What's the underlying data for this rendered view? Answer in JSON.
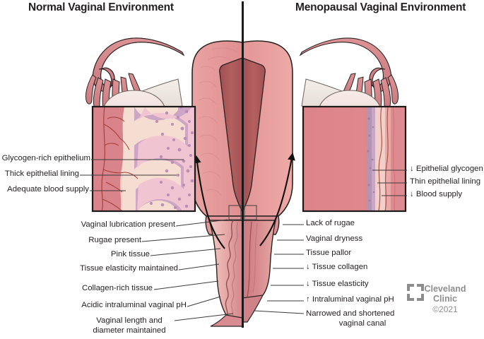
{
  "titles": {
    "left": "Normal Vaginal Environment",
    "right": "Menopausal Vaginal Environment"
  },
  "inset_labels_left": [
    "Glycogen-rich epithelium",
    "Thick epithelial lining",
    "Adequate blood supply"
  ],
  "inset_labels_right": [
    "↓ Epithelial glycogen",
    "Thin epithelial lining",
    "↓ Blood supply"
  ],
  "labels_left": [
    "Vaginal lubrication present",
    "Rugae present",
    "Pink tissue",
    "Tissue elasticity maintained",
    "Collagen-rich tissue",
    "Acidic intraluminal vaginal pH"
  ],
  "label_left_last": {
    "line1": "Vaginal length and",
    "line2": "diameter maintained"
  },
  "labels_right": [
    "Lack of rugae",
    "Vaginal dryness",
    "Tissue pallor",
    "↓ Tissue collagen",
    "↓ Tissue elasticity",
    "↑  Intraluminal vaginal pH"
  ],
  "label_right_last": {
    "line1": "Narrowed and shortened",
    "line2": "vaginal canal"
  },
  "logo": {
    "name_line1": "Cleveland",
    "name_line2": "Clinic",
    "copyright": "©2021"
  },
  "colors": {
    "text": "#231f20",
    "logo_gray": "#8d8d8d",
    "divider": "#1a1a1a",
    "outline": "#2b2322",
    "tissue_pink": "#d98a8f",
    "tissue_light": "#efb7b4",
    "tissue_pale": "#f6d9d2",
    "myometrium": "#e79a9b",
    "endometrium_dark": "#a85257",
    "inset_bg_left": "#d9868c",
    "inset_bg_right": "#dd8b90",
    "epithelium_purple": "#b08fb0",
    "ovary": "#efe2df",
    "vessel_red": "#a63a33",
    "leader": "#3d3a39"
  }
}
